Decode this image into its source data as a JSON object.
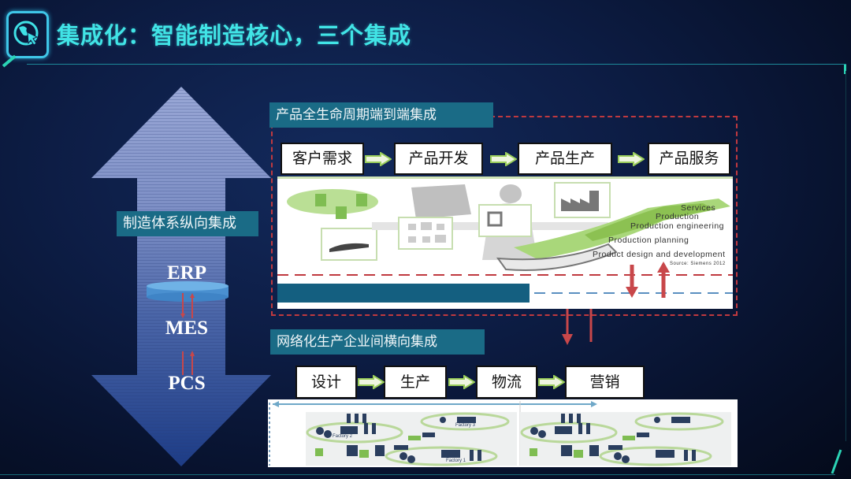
{
  "header": {
    "title": "集成化：智能制造核心，三个集成",
    "logo_icon": "globe-cursor-icon",
    "accent_color": "#41e4e6"
  },
  "vertical_integration": {
    "label": "制造体系纵向集成",
    "layers": [
      "ERP",
      "MES",
      "PCS"
    ],
    "arrow_icon": "double-headed-vertical-arrow-icon"
  },
  "lifecycle_integration": {
    "label": "产品全生命周期端到端集成",
    "steps": [
      "客户需求",
      "产品开发",
      "产品生产",
      "产品服务"
    ],
    "phase_labels": [
      "Services",
      "Production",
      "Production engineering",
      "Production planning",
      "Product design and development"
    ],
    "source_note": "Source: Siemens 2012"
  },
  "horizontal_integration": {
    "label": "网络化生产企业间横向集成",
    "steps": [
      "设计",
      "生产",
      "物流",
      "营销"
    ],
    "network_labels": [
      "Factory 1",
      "Factory 2",
      "Factory 3"
    ]
  },
  "colors": {
    "teal_label_bg": "#1a6b86",
    "dashed_border": "#c0393f",
    "step_arrow": "#9acd5a",
    "link_arrow": "#c8474a"
  }
}
